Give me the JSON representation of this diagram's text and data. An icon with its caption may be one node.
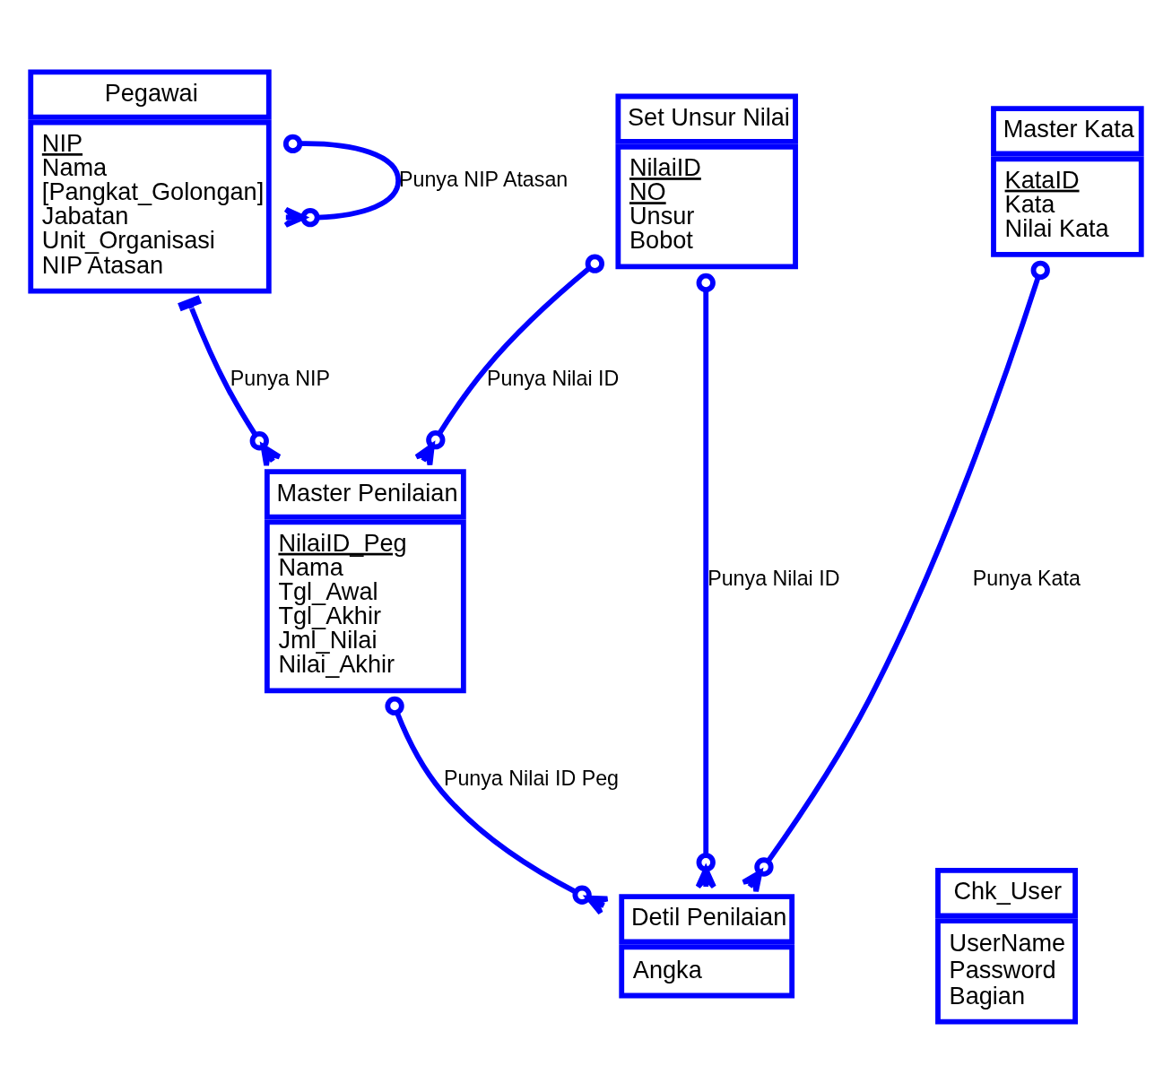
{
  "diagram": {
    "nodes": [
      {
        "text": [
          "Pegawai",
          "NIP",
          "Nama",
          "[Pangkat_Golongan]",
          "Jabatan",
          "Unit_Organisasi",
          "NIP Atasan"
        ]
      },
      {
        "text": [
          "Set Unsur Nilai",
          "NilaiID",
          "NO",
          "Unsur",
          "Bobot"
        ]
      },
      {
        "text": [
          "Master Kata",
          "KataID",
          "Kata",
          "Nilai Kata"
        ]
      },
      {
        "text": [
          "Master Penilaian",
          "NilaiID_Peg",
          "Nama",
          "Tgl_Awal",
          "Tgl_Akhir",
          "Jml_Nilai",
          "Nilai_Akhir"
        ]
      },
      {
        "text": [
          "Detil Penilaian",
          "Angka"
        ]
      },
      {
        "text": [
          "Chk_User",
          "UserName",
          "Password",
          "Bagian"
        ]
      }
    ],
    "edges": [
      {
        "from": 0,
        "to": 0,
        "arrow": "other",
        "label": "Punya NIP Atasan"
      },
      {
        "from": 0,
        "to": 3,
        "arrow": "other",
        "label": "Punya NIP"
      },
      {
        "from": 1,
        "to": 3,
        "arrow": "other",
        "label": "Punya Nilai ID"
      },
      {
        "from": 1,
        "to": 4,
        "arrow": "other",
        "label": "Punya Nilai ID"
      },
      {
        "from": 2,
        "to": 4,
        "arrow": "other",
        "label": "Punya Kata"
      },
      {
        "from": 3,
        "to": 4,
        "arrow": "other",
        "label": "Punya Nilai ID Peg"
      }
    ]
  }
}
